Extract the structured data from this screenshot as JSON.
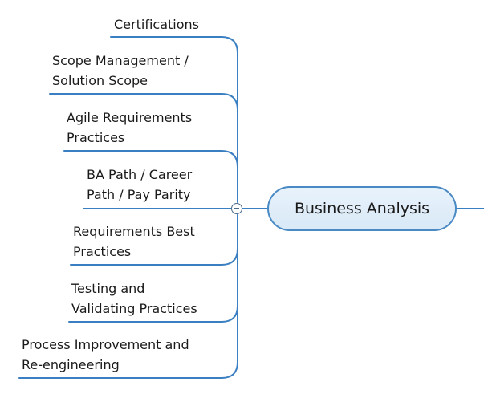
{
  "central_topic": {
    "label": "Business Analysis"
  },
  "subtopics": [
    {
      "lines": [
        "Certifications"
      ]
    },
    {
      "lines": [
        "Scope Management /",
        "Solution Scope"
      ]
    },
    {
      "lines": [
        "Agile Requirements",
        "Practices"
      ]
    },
    {
      "lines": [
        "BA Path / Career",
        "Path / Pay Parity"
      ]
    },
    {
      "lines": [
        "Requirements Best",
        "Practices"
      ]
    },
    {
      "lines": [
        "Testing and",
        "Validating Practices"
      ]
    },
    {
      "lines": [
        "Process Improvement and",
        "Re-engineering"
      ]
    }
  ],
  "colors": {
    "branch_line": "#3a7fc1",
    "central_border": "#4a8ac4",
    "central_fill": "#dceaf7"
  }
}
